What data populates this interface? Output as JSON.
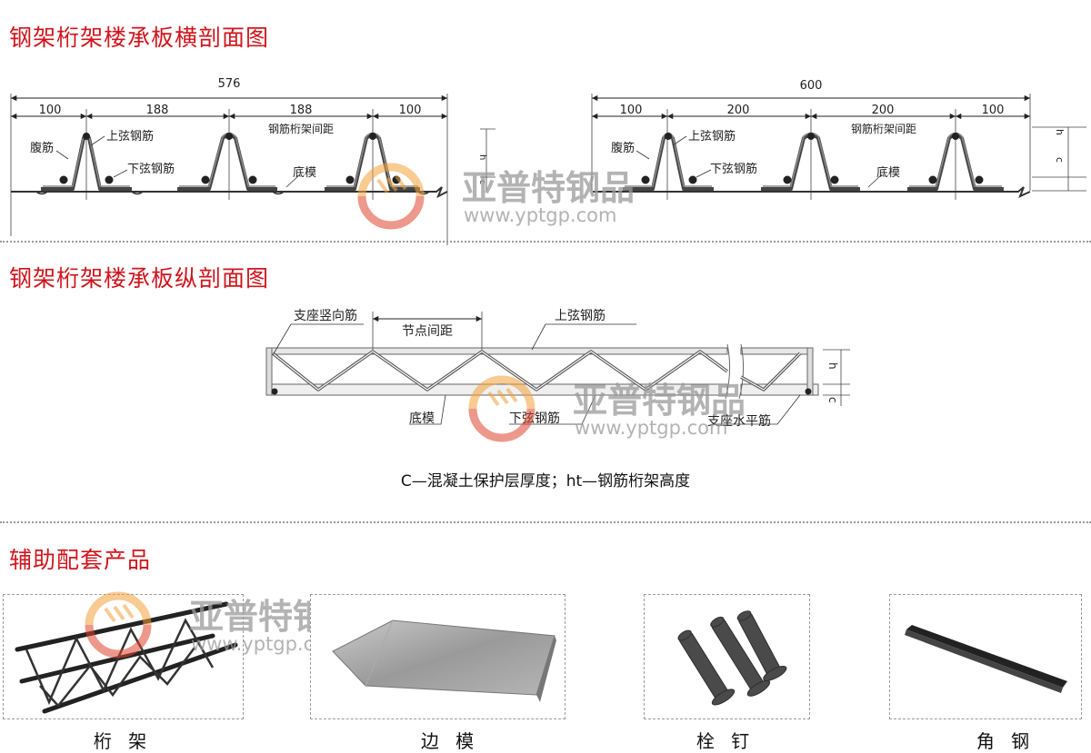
{
  "sections": {
    "cross_title": "钢架桁架楼承板横剖面图",
    "long_title": "钢架桁架楼承板纵剖面图",
    "accessories_title": "辅助配套产品"
  },
  "cross_left": {
    "total": "576",
    "segments": [
      "100",
      "188",
      "188",
      "100"
    ],
    "labels": {
      "web": "腹筋",
      "top_chord": "上弦钢筋",
      "bottom_chord": "下弦钢筋",
      "spacing": "钢筋桁架间距",
      "base": "底模"
    }
  },
  "cross_right": {
    "total": "600",
    "segments": [
      "100",
      "200",
      "200",
      "100"
    ],
    "labels": {
      "web": "腹筋",
      "top_chord": "上弦钢筋",
      "bottom_chord": "下弦钢筋",
      "spacing": "钢筋桁架间距",
      "base": "底模"
    },
    "dims": {
      "ht": "h",
      "ht_sub": "t",
      "c": "c"
    }
  },
  "longitudinal": {
    "labels": {
      "support_vertical": "支座竖向筋",
      "node_spacing": "节点间距",
      "top_chord": "上弦钢筋",
      "base": "底模",
      "bottom_chord": "下弦钢筋",
      "support_horizontal": "支座水平筋"
    },
    "dims": {
      "ht": "h",
      "ht_sub": "t",
      "c": "c"
    },
    "legend": "C—混凝土保护层厚度；ht—钢筋桁架高度"
  },
  "watermark": {
    "brand": "亚普特钢品",
    "url": "www.yptgp.com"
  },
  "products": [
    {
      "name": "桁 架"
    },
    {
      "name": "边 模"
    },
    {
      "name": "栓 钉"
    },
    {
      "name": "角 钢"
    }
  ],
  "colors": {
    "title_red": "#d0141c",
    "logo_orange": "#f2a23a",
    "logo_red": "#e0442f",
    "steel": "#555555"
  }
}
